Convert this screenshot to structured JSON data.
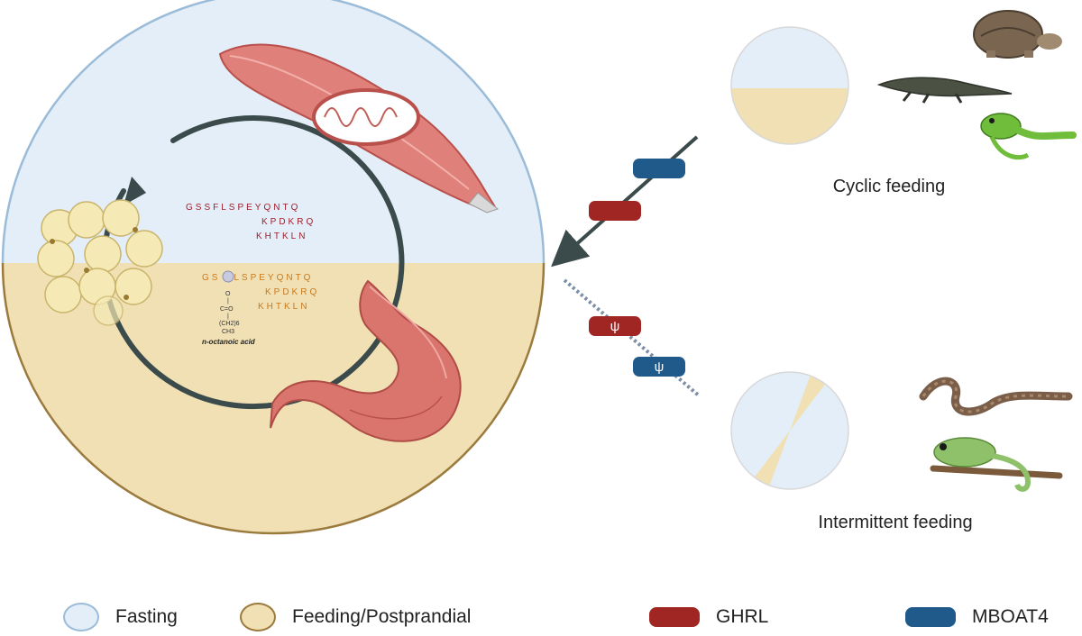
{
  "labels": {
    "cyclic": "Cyclic feeding",
    "intermittent": "Intermittent feeding",
    "acid": "n-octanoic acid",
    "psi": "ψ"
  },
  "peptide": {
    "fasting_line1": "GSSFLSPEYQNTQ",
    "fasting_line2": "KPDKRQ",
    "fasting_line3": "KHTKLN",
    "fed_line1": "GS FLSPEYQNTQ",
    "fed_line2": "KPDKRQ",
    "fed_line3": "KHTKLN"
  },
  "chem": {
    "o": "O",
    "bond": "|",
    "carbonyl": "C=O",
    "chain": "(CH2)6",
    "methyl": "CH3"
  },
  "legend": {
    "fasting": "Fasting",
    "feeding": "Feeding/Postprandial",
    "ghrl": "GHRL",
    "mboat4": "MBOAT4"
  },
  "colors": {
    "fasting_fill": "#e4eef8",
    "fasting_border": "#9bbcd9",
    "feeding_fill": "#f0e0b4",
    "feeding_border": "#9b7a3e",
    "ghrl": "#a02623",
    "mboat4": "#1f5a8a",
    "arrow": "#3b4a4a"
  }
}
